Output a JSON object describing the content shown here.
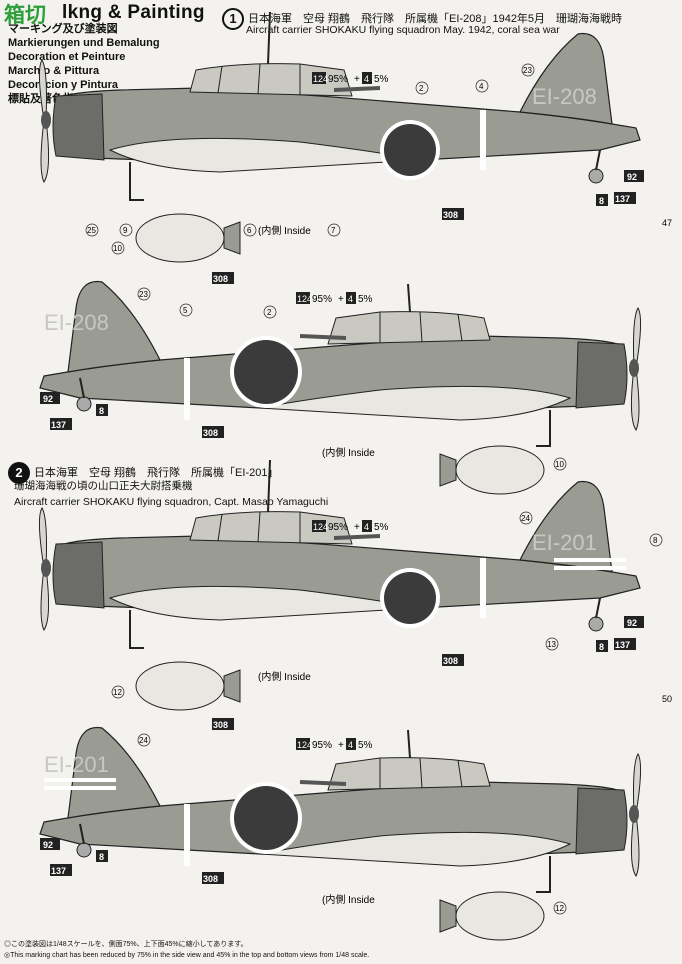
{
  "header": {
    "logo_text": "箱切",
    "title": "lkng & Painting",
    "languages": [
      "マーキング及び塗装図",
      "Markierungen und Bemalung",
      "Decoration et Peinture",
      "Marchio & Pittura",
      "Decoracion y Pintura",
      "標貼及著色指示"
    ]
  },
  "schemes": [
    {
      "number": "1",
      "jp_line1": "日本海軍　空母 翔鶴　飛行隊　所属機「EI-208」1942年5月　珊瑚海海戦時",
      "en_line": "Aircraft carrier SHOKAKU flying squadron May. 1942, coral sea war",
      "tail_code": "EI-208"
    },
    {
      "number": "2",
      "jp_line1": "日本海軍　空母 翔鶴　飛行隊　所属機「EI-201」",
      "jp_line2": "珊瑚海海戦の頃の山口正夫大尉搭乗機",
      "en_line": "Aircraft carrier SHOKAKU flying squadron, Capt. Masao Yamaguchi",
      "tail_code": "EI-201"
    }
  ],
  "paint": {
    "code_a": "124",
    "pct_a": "95%",
    "plus": "+",
    "code_b": "4",
    "pct_b": "5%"
  },
  "inside_label": "(内側 Inside",
  "callouts": {
    "c2": "2",
    "c4": "4",
    "c5": "5",
    "c6": "6",
    "c7": "7",
    "c8": "8",
    "c9": "9",
    "c10": "10",
    "c12": "12",
    "c13": "13",
    "c23": "23",
    "c24": "24",
    "c25": "25",
    "c92": "92",
    "c137": "137",
    "c308": "308",
    "c47": "47",
    "c50": "50"
  },
  "footer": {
    "line1": "◎この塗装図は1/48スケールを、側面75%、上下面45%に縮小してあります。",
    "line2": "◎This marking chart has been reduced by 75% in the side view and 45% in the top and bottom views from 1/48 scale."
  },
  "colors": {
    "airframe": "#9a9b93",
    "underside": "#e9e7e1",
    "hinomaru": "#3b3b3b",
    "band": "#ffffff",
    "cowling": "#6c6c68"
  }
}
